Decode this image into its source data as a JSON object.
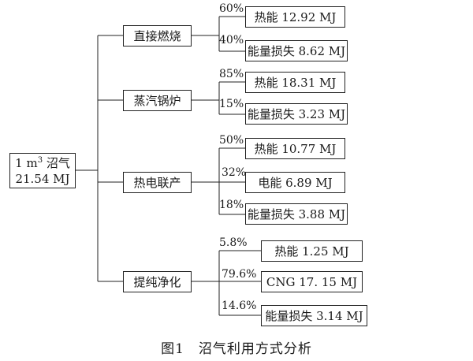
{
  "root": {
    "line1_prefix": "1 m",
    "line1_sup": "3",
    "line1_suffix": " 沼气",
    "line2": "21.54 MJ"
  },
  "methods": [
    {
      "name": "直接燃烧",
      "outputs": [
        {
          "percent": "60%",
          "label": "热能 12.92 MJ"
        },
        {
          "percent": "40%",
          "label": "能量损失 8.62 MJ"
        }
      ]
    },
    {
      "name": "蒸汽锅炉",
      "outputs": [
        {
          "percent": "85%",
          "label": "热能 18.31 MJ"
        },
        {
          "percent": "15%",
          "label": "能量损失 3.23 MJ"
        }
      ]
    },
    {
      "name": "热电联产",
      "outputs": [
        {
          "percent": "50%",
          "label": "热能 10.77 MJ"
        },
        {
          "percent": "32%",
          "label": "电能 6.89 MJ"
        },
        {
          "percent": "18%",
          "label": "能量损失 3.88 MJ"
        }
      ]
    },
    {
      "name": "提纯净化",
      "outputs": [
        {
          "percent": "5.8%",
          "label": "热能 1.25 MJ"
        },
        {
          "percent": "79.6%",
          "label": "CNG 17. 15 MJ"
        },
        {
          "percent": "14.6%",
          "label": "能量损失 3.14 MJ"
        }
      ]
    }
  ],
  "caption": {
    "number": "图1",
    "title": "沼气利用方式分析"
  }
}
